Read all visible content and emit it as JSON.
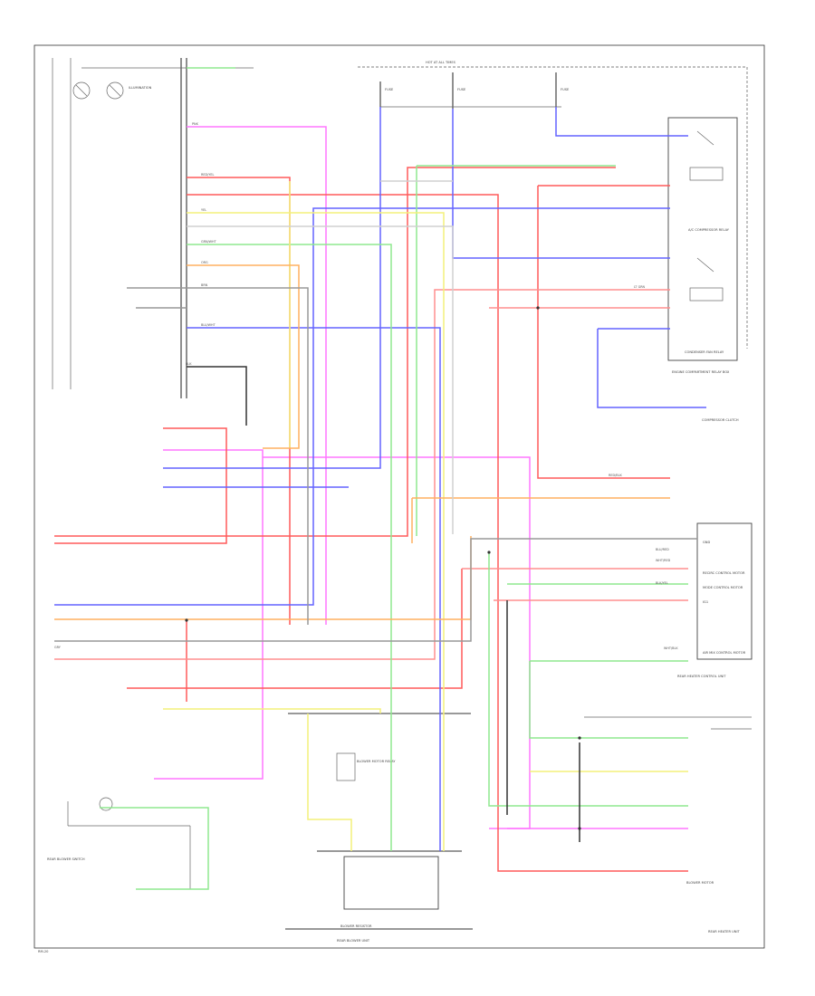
{
  "colors": {
    "pink": "#ff77ff",
    "red": "#ff5a5a",
    "lightred": "#ff8f8f",
    "blue": "#6464ff",
    "yellow": "#f4f07a",
    "green": "#8fe88f",
    "orange": "#ffb060",
    "gray": "#999999",
    "black": "#333333",
    "lightgray": "#d0d0d0"
  },
  "labels": {
    "illumination": "ILLUMINATION",
    "hot_at_all_times": "HOT AT ALL TIMES",
    "fuse_1": "FUSE",
    "fuse_2": "FUSE",
    "fuse_3": "FUSE",
    "blower_motor_relay": "BLOWER MOTOR RELAY",
    "blower_motor": "BLOWER MOTOR",
    "blower_resistor": "BLOWER RESISTOR",
    "rear_heater_control_unit": "REAR HEATER CONTROL UNIT",
    "rear_heater_unit": "REAR HEATER UNIT",
    "rear_blower_unit": "REAR BLOWER UNIT",
    "rear_blower_switch": "REAR BLOWER SWITCH",
    "ac_compressor_relay": "A/C COMPRESSOR RELAY",
    "condenser_fan_relay": "CONDENSER FAN RELAY",
    "engine_compartment_relay_box": "ENGINE COMPARTMENT RELAY BOX",
    "compressor_clutch": "COMPRESSOR CLUTCH",
    "gnd": "GND",
    "ig1": "IG1",
    "recirc_control_motor": "RECIRC CONTROL MOTOR",
    "mode_control_motor": "MODE CONTROL MOTOR",
    "air_mix_control_motor": "AIR MIX CONTROL MOTOR",
    "footer_code": "RM-20"
  },
  "wires": {
    "pnk": "PNK",
    "red_yel": "RED/YEL",
    "blu_wht": "BLU/WHT",
    "grn_wht": "GRN/WHT",
    "org": "ORG",
    "brn": "BRN",
    "lt_grn": "LT GRN",
    "blk": "BLK",
    "yel": "YEL",
    "wht_red": "WHT/RED",
    "blu_red": "BLU/RED",
    "red_blk": "RED/BLK",
    "blk_yel": "BLK/YEL",
    "wht_blk": "WHT/BLK",
    "gry": "GRY"
  }
}
